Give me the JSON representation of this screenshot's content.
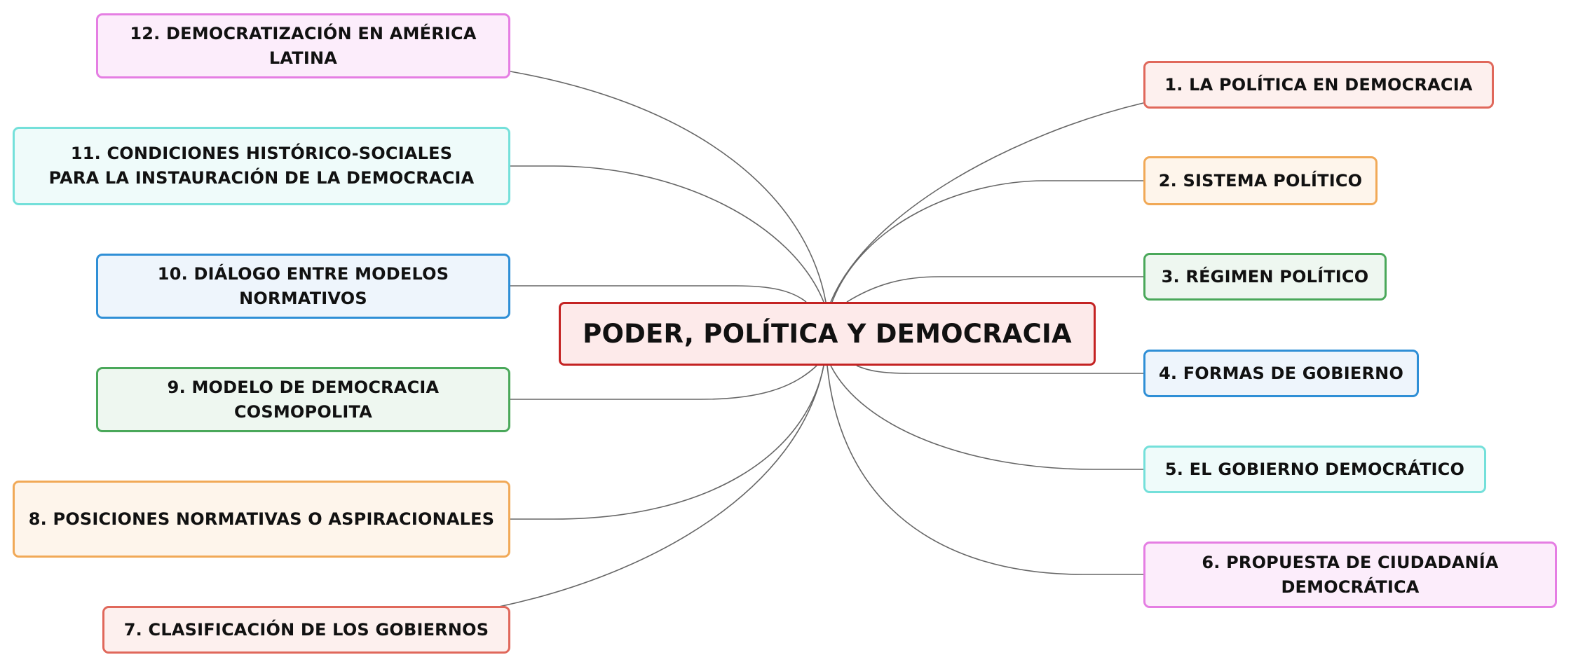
{
  "diagram": {
    "root": {
      "label": "PODER, POLÍTICA Y DEMOCRACIA",
      "color": "#c42323"
    },
    "branches": [
      {
        "id": "n1",
        "label": "1. LA POLÍTICA EN DEMOCRACIA",
        "color": "#e0685b"
      },
      {
        "id": "n2",
        "label": "2. SISTEMA POLÍTICO",
        "color": "#f1a957"
      },
      {
        "id": "n3",
        "label": "3. RÉGIMEN POLÍTICO",
        "color": "#4aa85a"
      },
      {
        "id": "n4",
        "label": "4. FORMAS DE GOBIERNO",
        "color": "#2f8fd6"
      },
      {
        "id": "n5",
        "label": "5. EL GOBIERNO DEMOCRÁTICO",
        "color": "#74e0da"
      },
      {
        "id": "n6",
        "label": "6. PROPUESTA DE CIUDADANÍA DEMOCRÁTICA",
        "color": "#e57ee3"
      },
      {
        "id": "n7",
        "label": "7. CLASIFICACIÓN DE LOS GOBIERNOS",
        "color": "#e0685b"
      },
      {
        "id": "n8",
        "label": "8. POSICIONES NORMATIVAS O ASPIRACIONALES",
        "color": "#f1a957"
      },
      {
        "id": "n9",
        "label": "9. MODELO DE DEMOCRACIA COSMOPOLITA",
        "color": "#4aa85a"
      },
      {
        "id": "n10",
        "label": "10. DIÁLOGO ENTRE MODELOS NORMATIVOS",
        "color": "#2f8fd6"
      },
      {
        "id": "n11",
        "label": "11. CONDICIONES HISTÓRICO-SOCIALES PARA LA INSTAURACIÓN DE LA DEMOCRACIA",
        "color": "#74e0da"
      },
      {
        "id": "n12",
        "label": "12. DEMOCRATIZACIÓN EN AMÉRICA LATINA",
        "color": "#e57ee3"
      }
    ],
    "edge_color": "#666666"
  }
}
